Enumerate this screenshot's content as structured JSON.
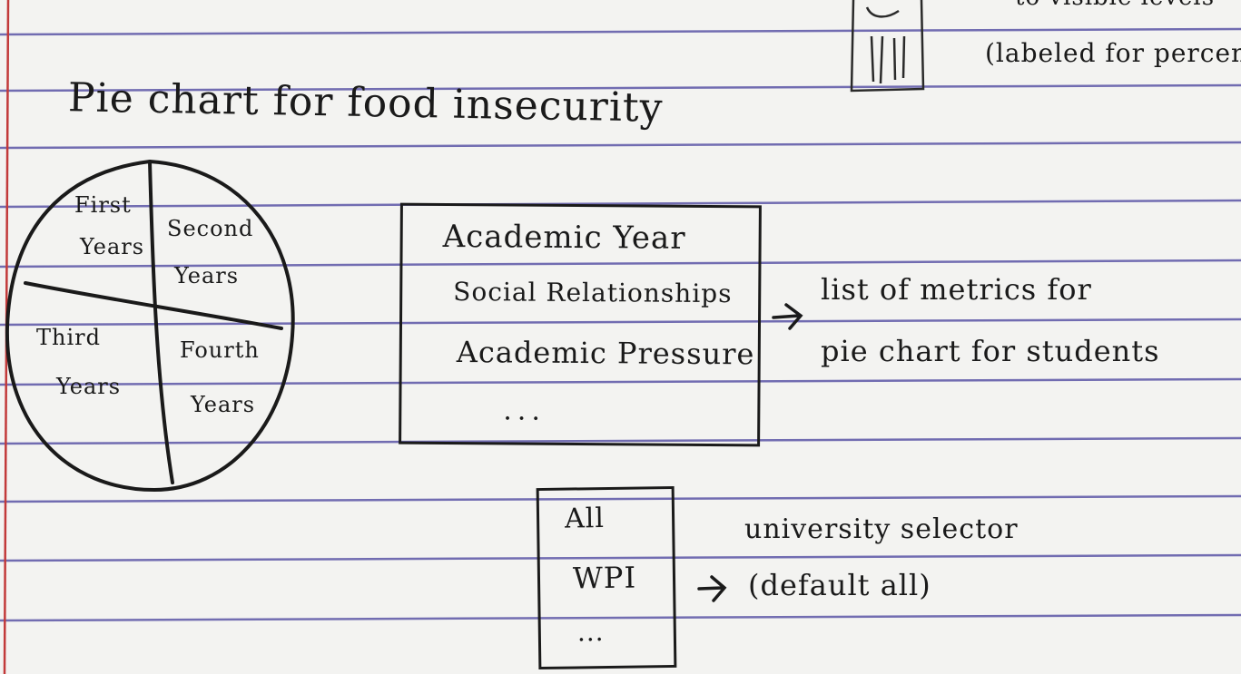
{
  "top_note": {
    "line1": "to visible levels",
    "line2": "(labeled for percents)"
  },
  "heading": "Pie chart for food insecurity",
  "pie": {
    "slices": [
      {
        "line1": "First",
        "line2": "Years"
      },
      {
        "line1": "Second",
        "line2": "Years"
      },
      {
        "line1": "Third",
        "line2": "Years"
      },
      {
        "line1": "Fourth",
        "line2": "Years"
      }
    ]
  },
  "metrics_list": {
    "items": [
      "Academic Year",
      "Social Relationships",
      "Academic Pressure",
      "..."
    ],
    "annotation_line1": "list of metrics for",
    "annotation_line2": "pie chart for students"
  },
  "university_selector": {
    "options": [
      "All",
      "WPI",
      "..."
    ],
    "annotation_line1": "university selector",
    "annotation_line2": "(default all)"
  },
  "arrow_glyph": "→"
}
